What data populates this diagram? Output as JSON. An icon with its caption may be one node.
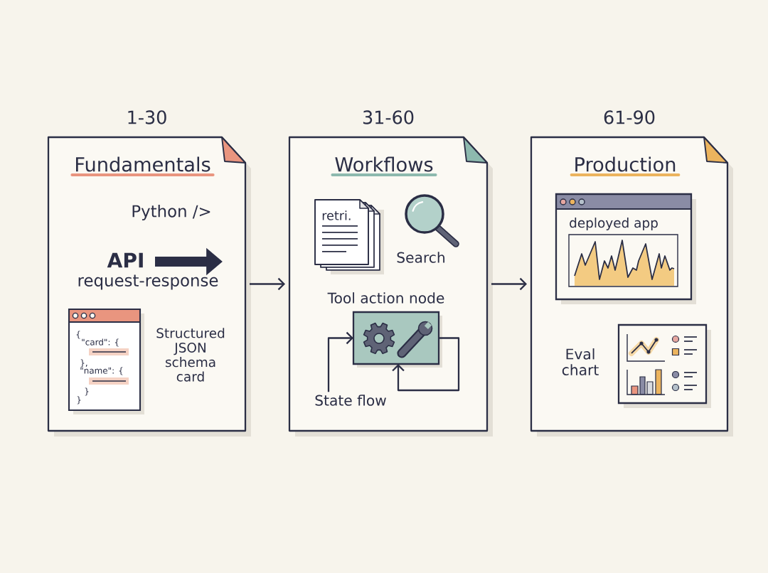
{
  "diagram": {
    "nodes": [
      {
        "text": [
          "Fundamentals"
        ],
        "beside": [
          "1-30"
        ]
      },
      {
        "text": [
          "{",
          "\"card\": {",
          "},",
          "\"name\": {",
          "}",
          "}"
        ],
        "beside": [
          "Structured JSON schema card"
        ],
        "in": 0
      },
      {
        "text": [
          "Workflows"
        ],
        "beside": [
          "31-60"
        ]
      },
      {
        "text": [
          "retri."
        ],
        "in": 2
      },
      {
        "text": [
          "Tool action node"
        ],
        "in": 2
      },
      {
        "text": [
          "State flow"
        ],
        "in": 2
      },
      {
        "text": [
          "Production"
        ],
        "beside": [
          "61-90"
        ]
      },
      {
        "text": [
          "deployed app"
        ],
        "in": 6
      },
      {
        "text": [],
        "shape": "box",
        "beside": [
          "Eval chart"
        ],
        "in": 6
      }
    ],
    "edges": [
      {
        "from": 0,
        "to": 2,
        "arrow": "to"
      },
      {
        "from": 2,
        "to": 6,
        "arrow": "to"
      },
      {
        "from": 5,
        "to": 4,
        "arrow": "to"
      },
      {
        "from": 4,
        "to": 4,
        "arrow": "to"
      }
    ],
    "labels": [
      "Python />",
      "API",
      "request-response",
      "Search"
    ]
  }
}
